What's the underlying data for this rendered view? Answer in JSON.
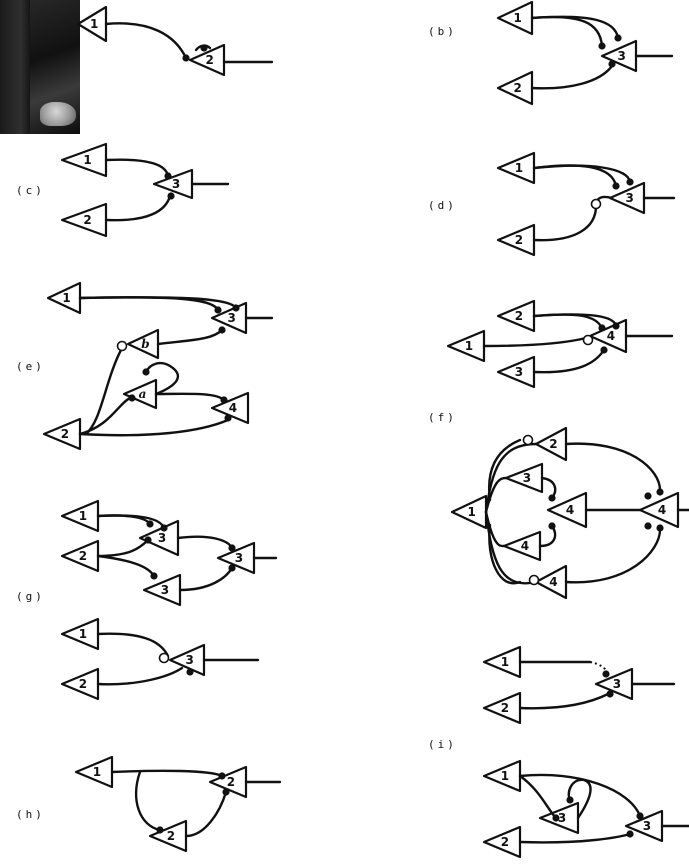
{
  "panels": [
    {
      "id": "a",
      "label": "",
      "neurons": [
        "1",
        "2"
      ]
    },
    {
      "id": "b",
      "label": "(b)",
      "neurons": [
        "1",
        "2",
        "3"
      ]
    },
    {
      "id": "c",
      "label": "(c)",
      "neurons": [
        "1",
        "2",
        "3"
      ]
    },
    {
      "id": "d",
      "label": "(d)",
      "neurons": [
        "1",
        "2",
        "3"
      ]
    },
    {
      "id": "e",
      "label": "(e)",
      "neurons": [
        "1",
        "2",
        "3",
        "4",
        "b",
        "a"
      ]
    },
    {
      "id": "f",
      "label": "(f)",
      "neurons": [
        "2",
        "1",
        "4",
        "3"
      ]
    },
    {
      "id": "f2",
      "label": "",
      "neurons": [
        "1",
        "2",
        "3",
        "4"
      ]
    },
    {
      "id": "g",
      "label": "(g)",
      "neurons": [
        "1",
        "2",
        "3"
      ]
    },
    {
      "id": "g2",
      "label": "",
      "neurons": [
        "1",
        "2",
        "3"
      ]
    },
    {
      "id": "i",
      "label": "(i)",
      "neurons": [
        "1",
        "2",
        "3"
      ]
    },
    {
      "id": "h",
      "label": "(h)",
      "neurons": [
        "1",
        "2"
      ]
    },
    {
      "id": "i2",
      "label": "",
      "neurons": [
        "1",
        "2",
        "3"
      ]
    }
  ]
}
